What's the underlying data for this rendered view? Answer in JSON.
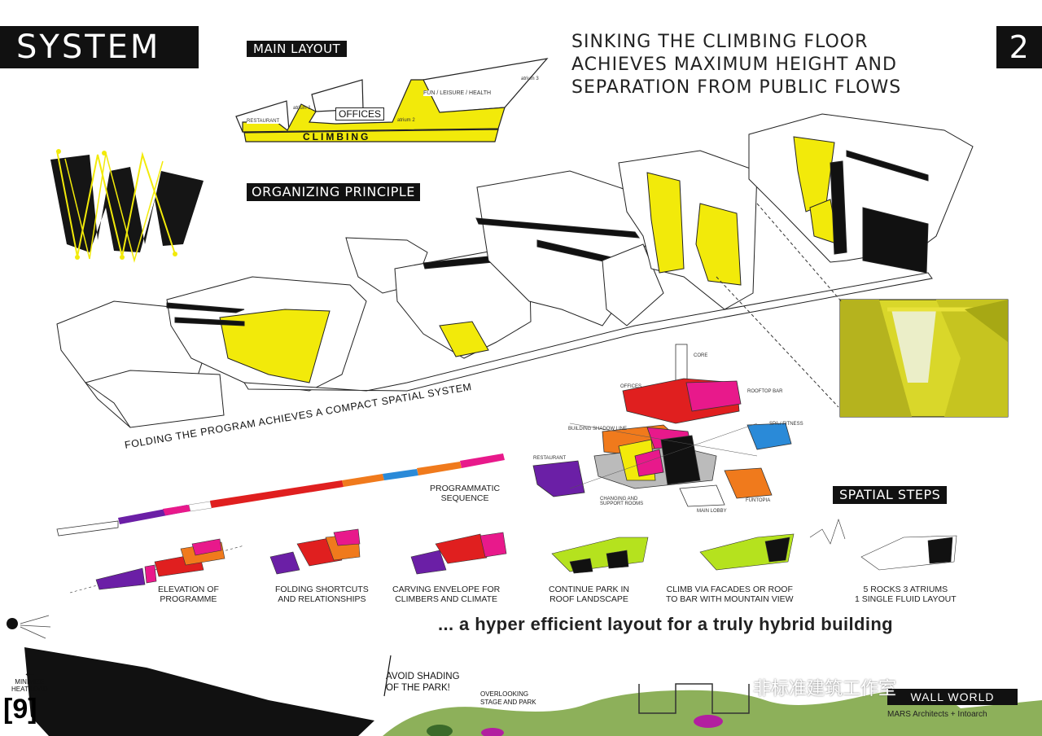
{
  "header": {
    "title": "SYSTEM",
    "page_number": "2",
    "headline": [
      "SINKING THE CLIMBING FLOOR",
      "ACHIEVES MAXIMUM HEIGHT AND",
      "SEPARATION FROM PUBLIC FLOWS"
    ]
  },
  "main_layout": {
    "label": "MAIN LAYOUT",
    "zones": {
      "restaurant": "RESTAURANT",
      "offices": "OFFICES",
      "fun": "FUN / LEISURE / HEALTH",
      "climbing": "CLIMBING",
      "atrium1": "atrium 1",
      "atrium2": "atrium 2",
      "atrium3": "atrium 3"
    }
  },
  "organizing_principle": {
    "label": "ORGANIZING PRINCIPLE"
  },
  "program_bar": {
    "title": "FOLDING THE PROGRAM ACHIEVES A COMPACT SPATIAL SYSTEM",
    "caption_line1": "PROGRAMMATIC",
    "caption_line2": "SEQUENCE"
  },
  "exploded": {
    "core": "CORE",
    "offices": "OFFICES",
    "rooftop_bar": "ROOFTOP BAR",
    "building_shadow": "BUILDING SHADOW LINE",
    "spa": "SPA / FITNESS",
    "restaurant": "RESTAURANT",
    "changing": "CHANGING AND",
    "support": "SUPPORT ROOMS",
    "main_lobby": "MAIN LOBBY",
    "funtopia": "FUNTOPIA"
  },
  "spatial_steps": {
    "label": "SPATIAL STEPS",
    "steps": [
      {
        "line1": "ELEVATION OF",
        "line2": "PROGRAMME"
      },
      {
        "line1": "FOLDING SHORTCUTS",
        "line2": "AND RELATIONSHIPS"
      },
      {
        "line1": "CARVING ENVELOPE FOR",
        "line2": "CLIMBERS AND CLIMATE"
      },
      {
        "line1": "CONTINUE PARK IN",
        "line2": "ROOF LANDSCAPE"
      },
      {
        "line1": "CLIMB VIA FACADES OR ROOF",
        "line2": "TO BAR WITH MOUNTAIN VIEW"
      },
      {
        "line1": "5 ROCKS 3 ATRIUMS",
        "line2": "1 SINGLE FLUID LAYOUT"
      }
    ]
  },
  "tagline": "... a hyper efficient layout for a truly hybrid building",
  "footer": {
    "ref": "[9]",
    "minimize_line1": "MINIMIZE",
    "minimize_line2": "HEAT LOAD",
    "avoid_line1": "AVOID SHADING",
    "avoid_line2": "OF THE PARK!",
    "overlook_line1": "OVERLOOKING",
    "overlook_line2": "STAGE AND PARK",
    "logo_text": "WALL WORLD",
    "credit_line1": "MARS Architects + Intoarch",
    "watermark": "非标准建筑工作室"
  },
  "colors": {
    "yellow": "#f2ea0a",
    "black": "#111111",
    "red": "#e01f1f",
    "magenta": "#e8198b",
    "orange": "#f07a1c",
    "purple": "#6b1fa6",
    "blue": "#2a8ad8",
    "lime": "#b5e21e",
    "hills": "#8db05a"
  }
}
